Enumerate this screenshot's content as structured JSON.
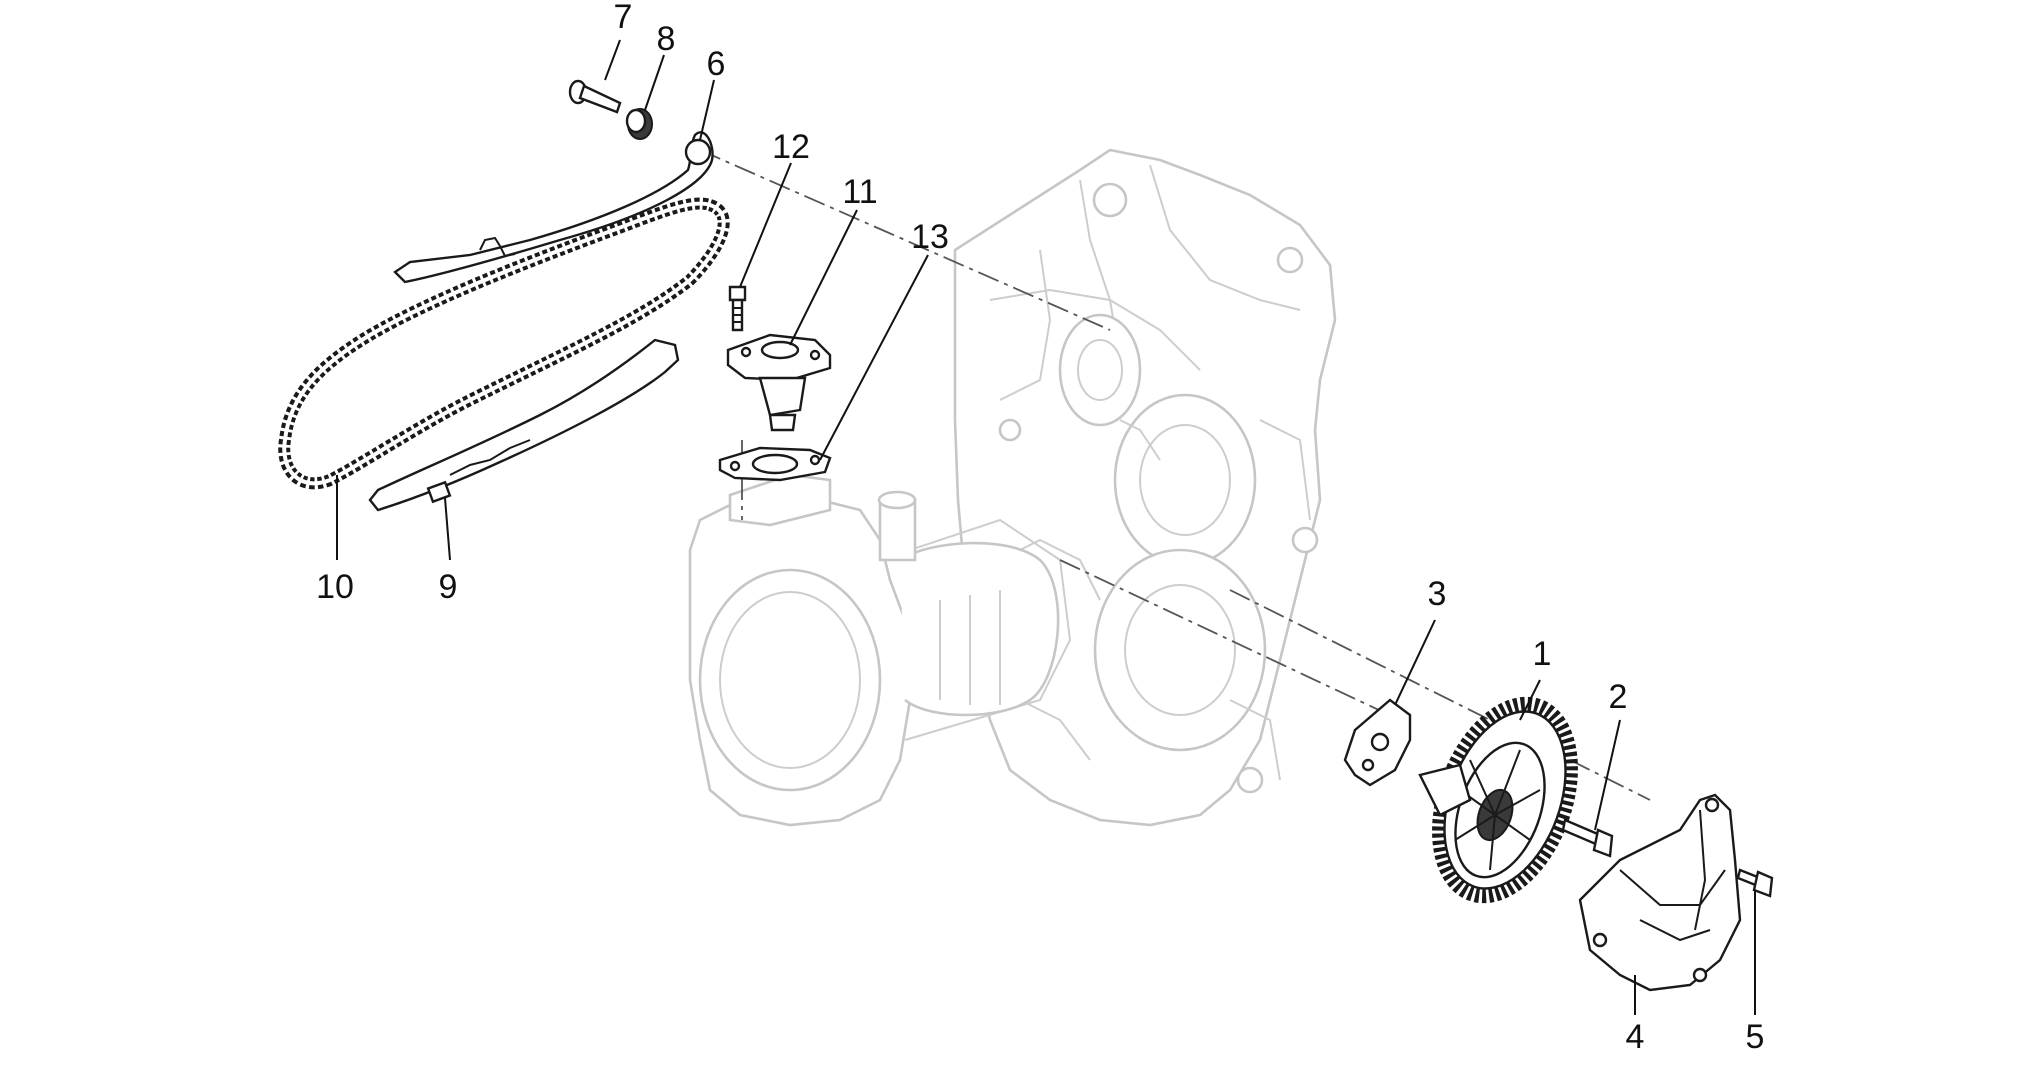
{
  "callouts": [
    {
      "id": "1",
      "label": "1"
    },
    {
      "id": "2",
      "label": "2"
    },
    {
      "id": "3",
      "label": "3"
    },
    {
      "id": "4",
      "label": "4"
    },
    {
      "id": "5",
      "label": "5"
    },
    {
      "id": "6",
      "label": "6"
    },
    {
      "id": "7",
      "label": "7"
    },
    {
      "id": "8",
      "label": "8"
    },
    {
      "id": "9",
      "label": "9"
    },
    {
      "id": "10",
      "label": "10"
    },
    {
      "id": "11",
      "label": "11"
    },
    {
      "id": "12",
      "label": "12"
    },
    {
      "id": "13",
      "label": "13"
    }
  ],
  "colors": {
    "ink": "#111111",
    "ghost": "#c6c6c6",
    "background": "#ffffff"
  }
}
